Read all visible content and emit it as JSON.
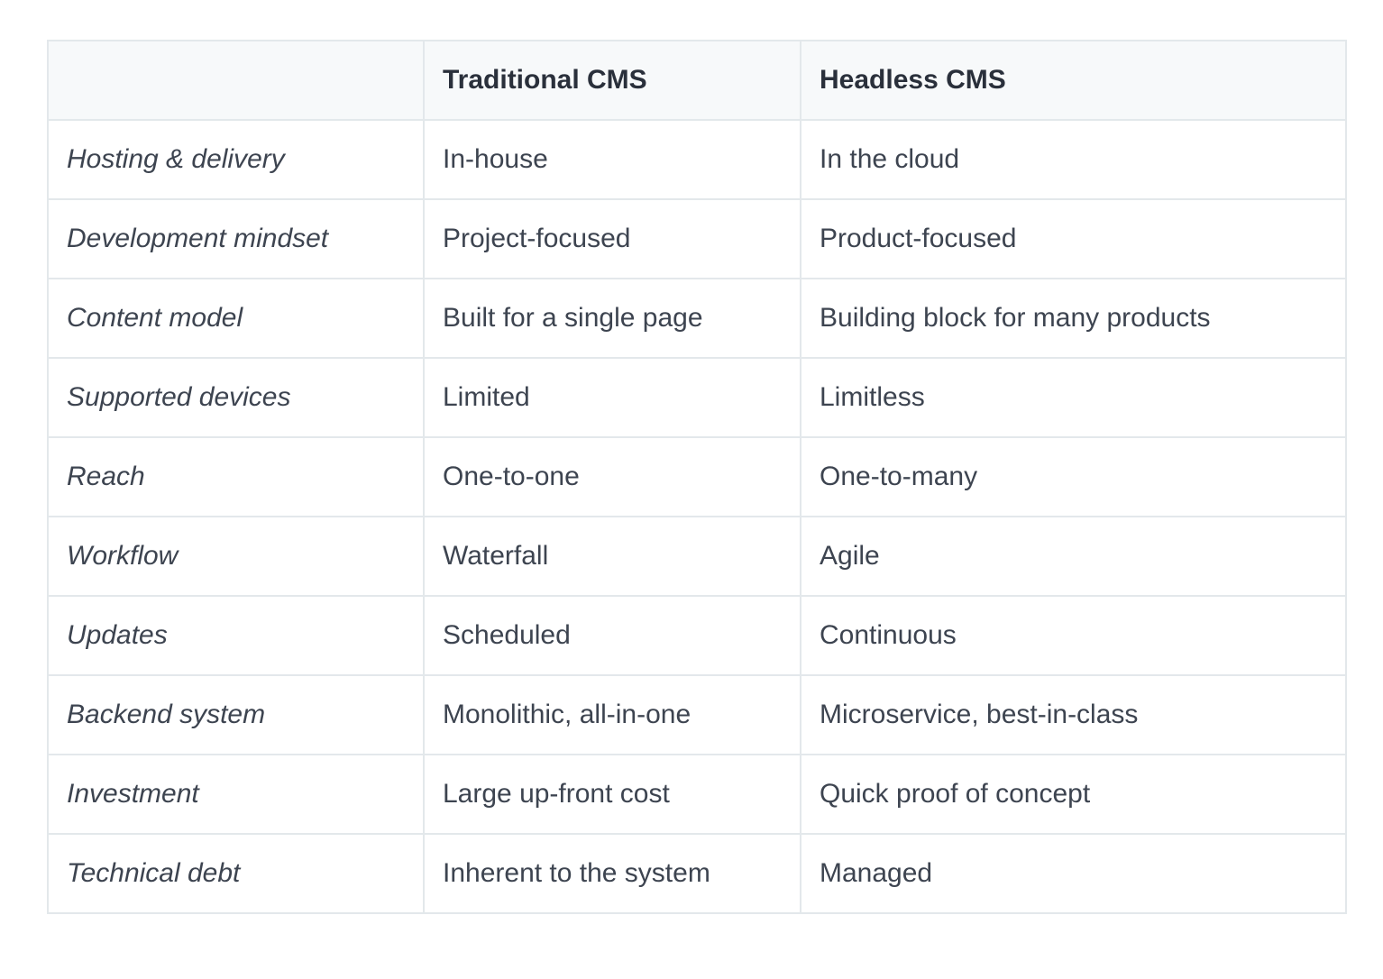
{
  "table": {
    "headers": [
      "",
      "Traditional CMS",
      "Headless CMS"
    ],
    "rows": [
      {
        "label": "Hosting & delivery",
        "traditional": "In-house",
        "headless": "In the cloud"
      },
      {
        "label": "Development mindset",
        "traditional": "Project-focused",
        "headless": "Product-focused"
      },
      {
        "label": "Content model",
        "traditional": "Built for a single page",
        "headless": "Building block for many products"
      },
      {
        "label": "Supported devices",
        "traditional": "Limited",
        "headless": "Limitless"
      },
      {
        "label": "Reach",
        "traditional": "One-to-one",
        "headless": "One-to-many"
      },
      {
        "label": "Workflow",
        "traditional": "Waterfall",
        "headless": "Agile"
      },
      {
        "label": "Updates",
        "traditional": "Scheduled",
        "headless": "Continuous"
      },
      {
        "label": "Backend system",
        "traditional": "Monolithic, all-in-one",
        "headless": "Microservice, best-in-class"
      },
      {
        "label": "Investment",
        "traditional": "Large up-front cost",
        "headless": "Quick proof of concept"
      },
      {
        "label": "Technical debt",
        "traditional": "Inherent to the system",
        "headless": "Managed"
      }
    ]
  }
}
